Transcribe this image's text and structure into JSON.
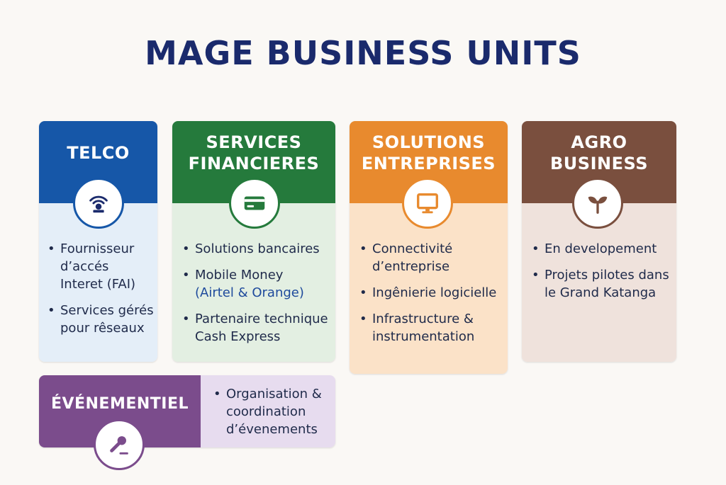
{
  "title": "MAGE BUSINESS UNITS",
  "colors": {
    "telco": "#1657a8",
    "financial": "#257a3c",
    "solutions": "#e88a2e",
    "agro": "#7a4f3e",
    "event": "#7b4c8c"
  },
  "units": {
    "telco": {
      "name": "TELCO",
      "icon": "wifi-signal-icon",
      "items": [
        "Fournisseur d’accés Interet (FAI)",
        "Services gérés pour rêseaux"
      ]
    },
    "financial": {
      "name_line1": "SERVICES",
      "name_line2": "FINANCIERES",
      "icon": "card-icon",
      "items": [
        "Solutions bancaires",
        "Mobile Money",
        "(Airtel & Orange)",
        "Partenaire technique Cash Express"
      ]
    },
    "solutions": {
      "name_line1": "SOLUTIONS",
      "name_line2": "ENTREPRISES",
      "icon": "monitor-icon",
      "items": [
        "Connectivité d’entreprise",
        "Ingênierie logicielle",
        "Infrastructure & instrumentation"
      ]
    },
    "agro": {
      "name_line1": "AGRO",
      "name_line2": "BUSINESS",
      "icon": "sprout-icon",
      "items": [
        "En developement",
        "Projets pilotes dans le Grand Katanga"
      ]
    },
    "event": {
      "name": "ÉVÉNEMENTIEL",
      "icon": "microphone-icon",
      "items": [
        "Organisation & coordination d’évenements"
      ]
    }
  }
}
